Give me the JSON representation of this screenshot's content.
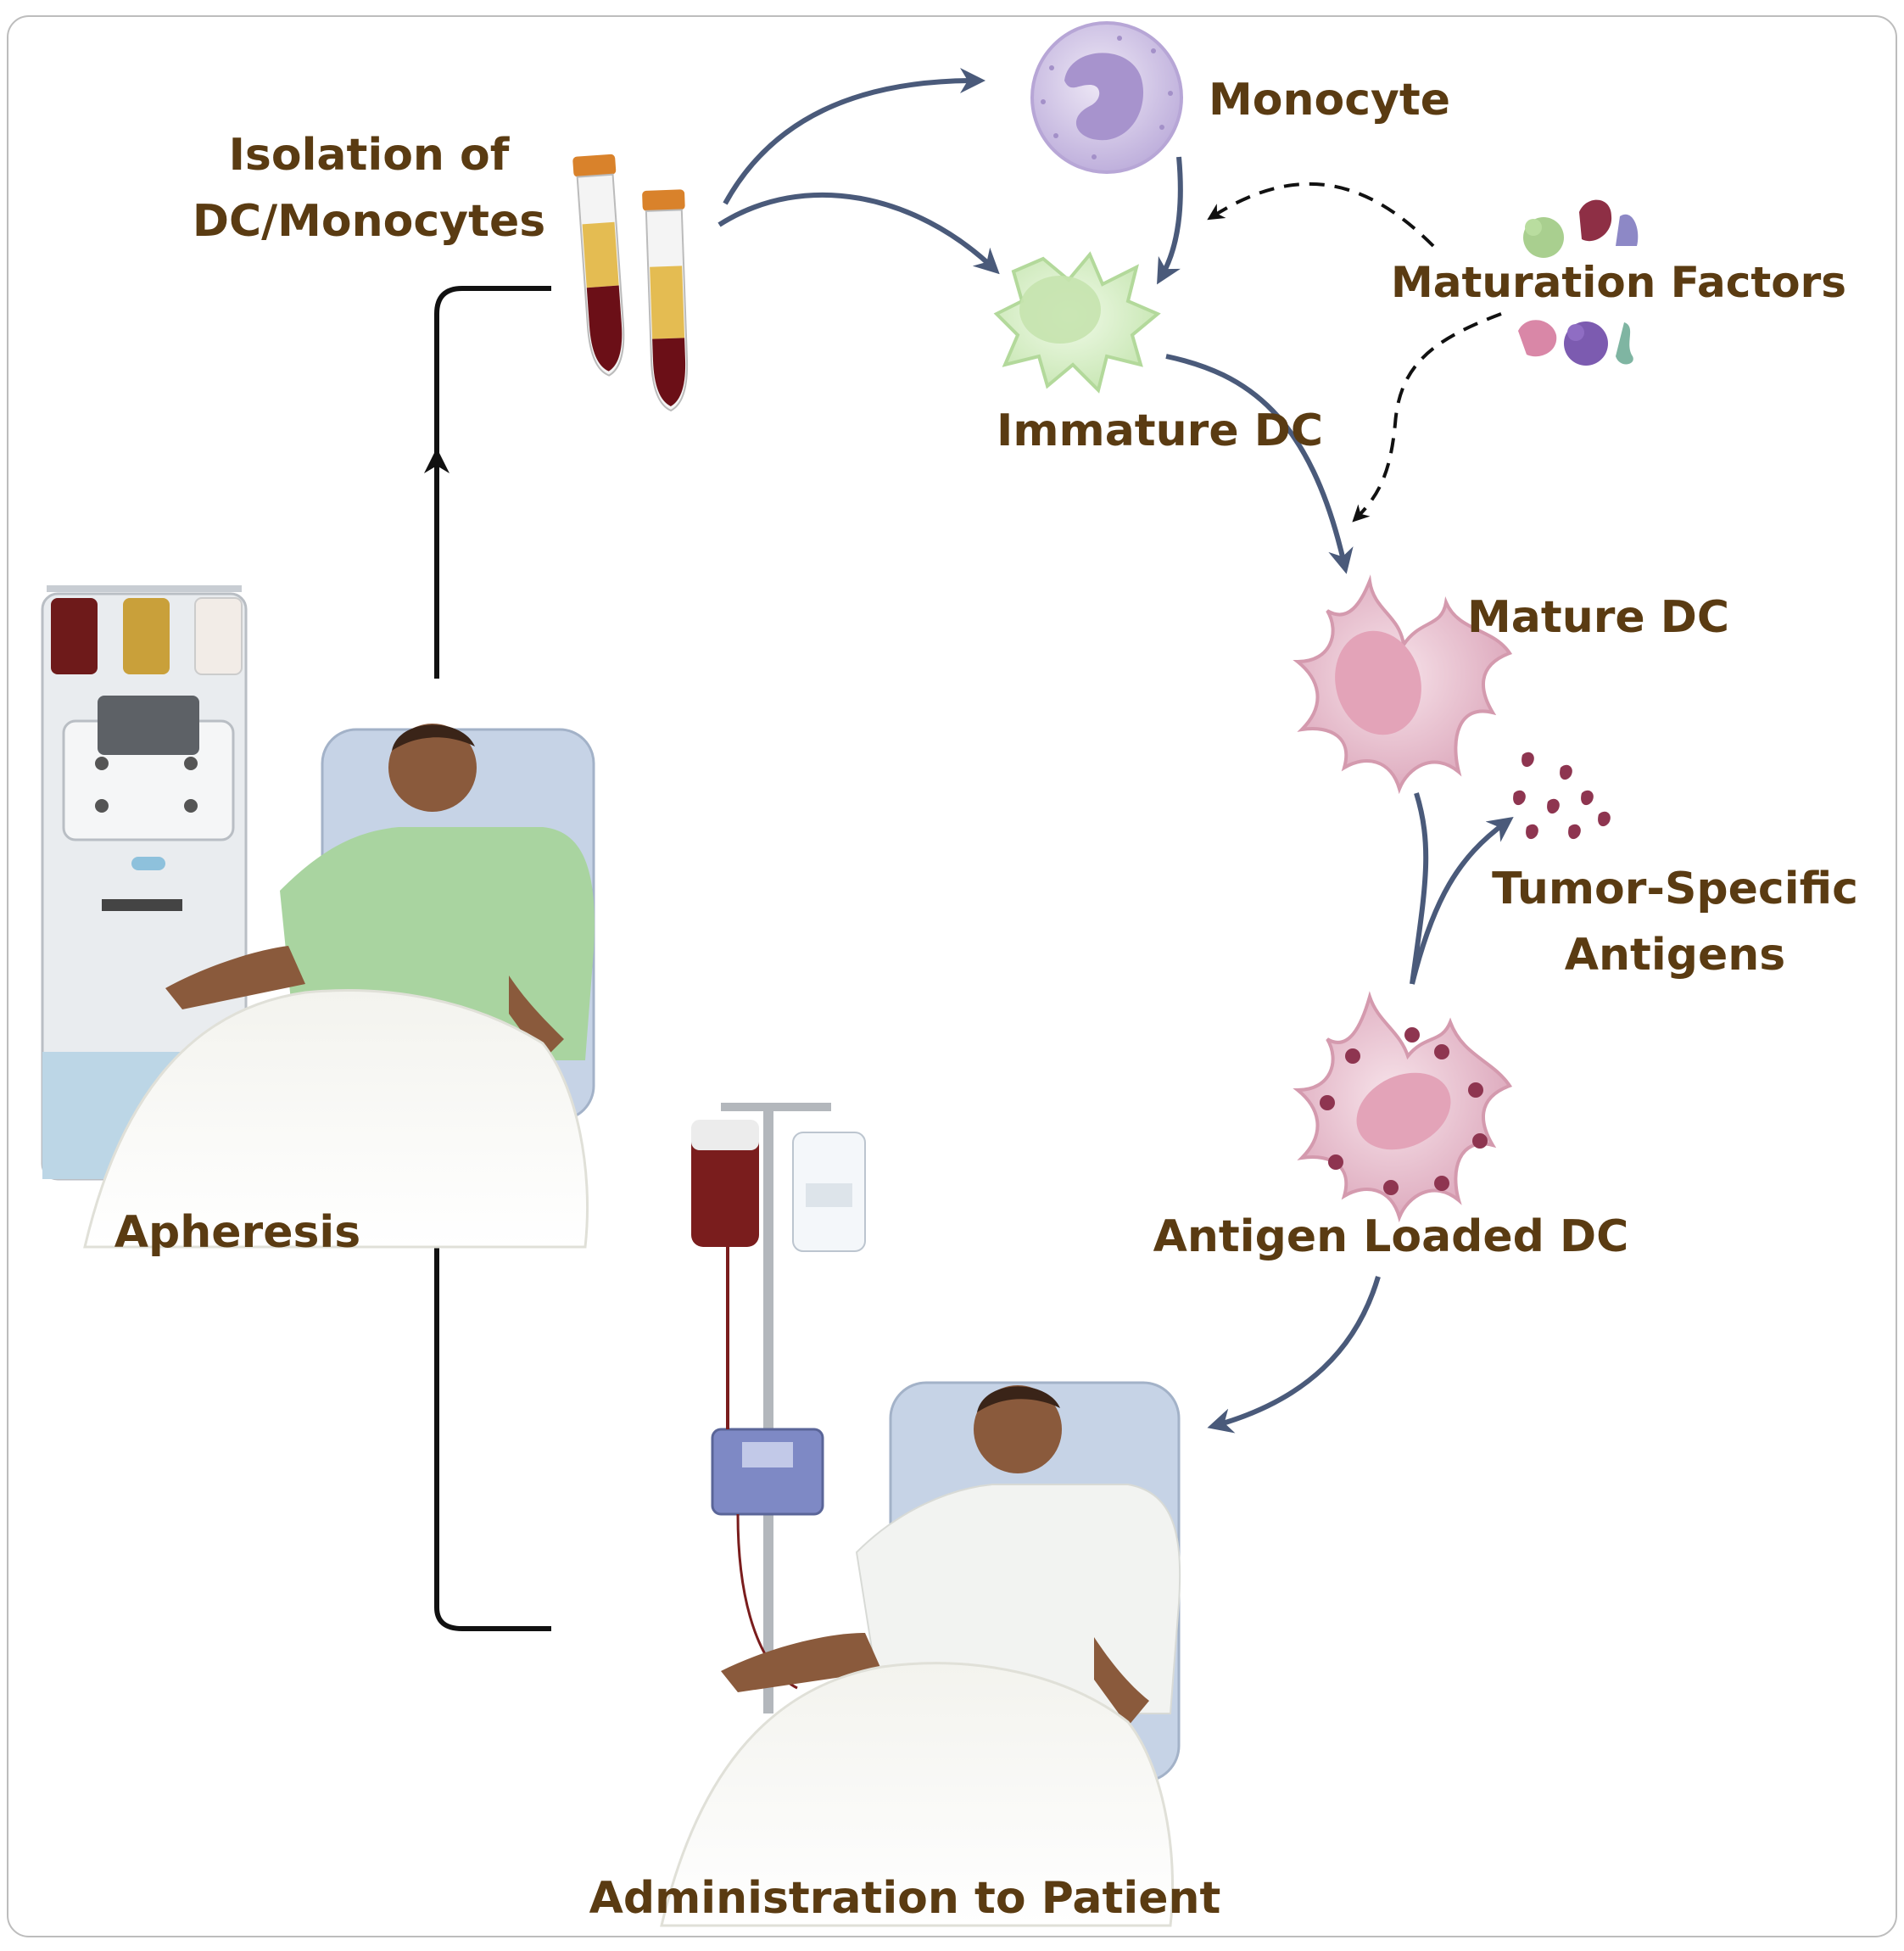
{
  "labels": {
    "isolation_line1": "Isolation of",
    "isolation_line2": "DC/Monocytes",
    "monocyte": "Monocyte",
    "maturation_factors": "Maturation Factors",
    "immature_dc": "Immature DC",
    "mature_dc": "Mature DC",
    "tumor_line1": "Tumor-Specific",
    "tumor_line2": "Antigens",
    "antigen_loaded_dc": "Antigen Loaded DC",
    "apheresis": "Apheresis",
    "administration": "Administration to Patient"
  },
  "colors": {
    "label_text": "#5a3b12",
    "flow_arrow": "#4a5a7a",
    "loop_line": "#111111",
    "monocyte_fill": "#d9cfe8",
    "immature_fill": "#e3f3d8",
    "mature_fill": "#f0d2dc",
    "antigen_fill": "#8e3550",
    "tube_blood": "#6b0f17",
    "tube_plasma": "#e2b640",
    "tube_cap": "#d9822b"
  }
}
